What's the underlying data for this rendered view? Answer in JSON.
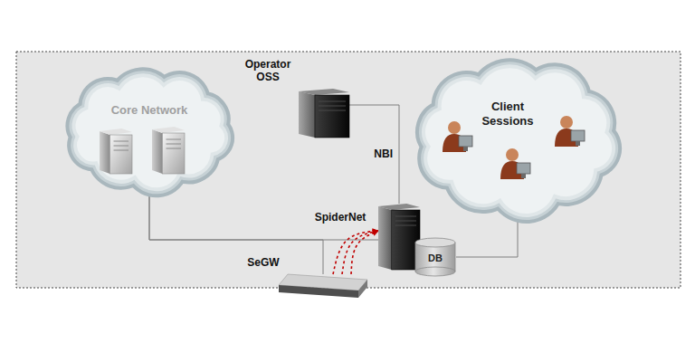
{
  "diagram": {
    "nodes": [
      {
        "text": [
          "Core Network"
        ]
      },
      {
        "text": [
          "Operator OSS"
        ]
      },
      {
        "text": [
          "Client Sessions"
        ]
      },
      {
        "text": [
          "SpiderNet"
        ]
      },
      {
        "text": [
          "DB"
        ]
      },
      {
        "text": [
          "SeGW"
        ]
      }
    ],
    "edges": [
      {
        "from": 0,
        "to": 3,
        "arrow": "none"
      },
      {
        "from": 0,
        "to": 5,
        "arrow": "none"
      },
      {
        "from": 1,
        "to": 3,
        "label": "NBI",
        "arrow": "none"
      },
      {
        "from": 2,
        "to": 4,
        "arrow": "none"
      },
      {
        "from": 5,
        "to": 3,
        "arrow": "to"
      }
    ]
  }
}
